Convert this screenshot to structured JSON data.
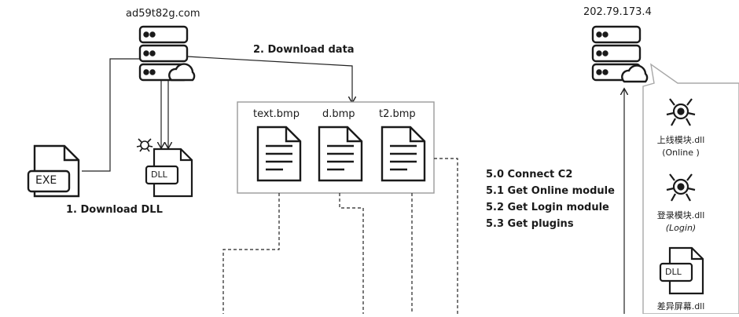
{
  "servers": {
    "left": {
      "domain": "ad59t82g.com"
    },
    "right": {
      "ip": "202.79.173.4"
    }
  },
  "labels": {
    "download_data": "2. Download data",
    "download_dll": "1. Download DLL",
    "exe": "EXE",
    "dll": "DLL"
  },
  "files": [
    "text.bmp",
    "d.bmp",
    "t2.bmp"
  ],
  "steps": [
    "5.0 Connect C2",
    "5.1 Get Online module",
    "5.2 Get Login module",
    "5.3 Get plugins"
  ],
  "modules": [
    {
      "name": "上线模块.dll",
      "note": "(Online )"
    },
    {
      "name": "登录模块.dll",
      "note": "(Login)"
    },
    {
      "name": "差异屏幕.dll",
      "badge": "DLL"
    }
  ],
  "icons": [
    "server-cloud-icon",
    "bug-icon",
    "document-icon",
    "exe-file-icon",
    "dll-file-icon"
  ]
}
